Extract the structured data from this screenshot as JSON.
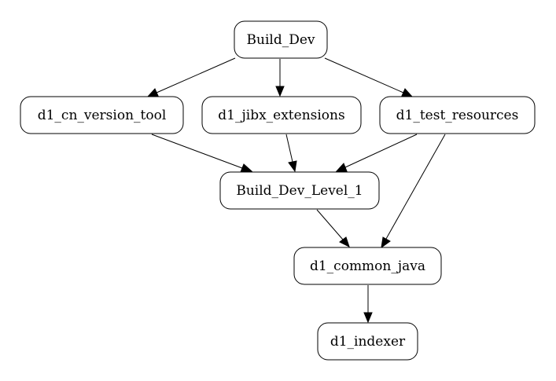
{
  "nodes": {
    "build_dev": "Build_Dev",
    "d1_cn_version_tool": "d1_cn_version_tool",
    "d1_jibx_extensions": "d1_jibx_extensions",
    "d1_test_resources": "d1_test_resources",
    "build_dev_level_1": "Build_Dev_Level_1",
    "d1_common_java": "d1_common_java",
    "d1_indexer": "d1_indexer"
  },
  "edges": [
    {
      "from": "build_dev",
      "to": "d1_cn_version_tool"
    },
    {
      "from": "build_dev",
      "to": "d1_jibx_extensions"
    },
    {
      "from": "build_dev",
      "to": "d1_test_resources"
    },
    {
      "from": "d1_cn_version_tool",
      "to": "build_dev_level_1"
    },
    {
      "from": "d1_jibx_extensions",
      "to": "build_dev_level_1"
    },
    {
      "from": "d1_test_resources",
      "to": "build_dev_level_1"
    },
    {
      "from": "d1_test_resources",
      "to": "d1_common_java"
    },
    {
      "from": "build_dev_level_1",
      "to": "d1_common_java"
    },
    {
      "from": "d1_common_java",
      "to": "d1_indexer"
    }
  ]
}
